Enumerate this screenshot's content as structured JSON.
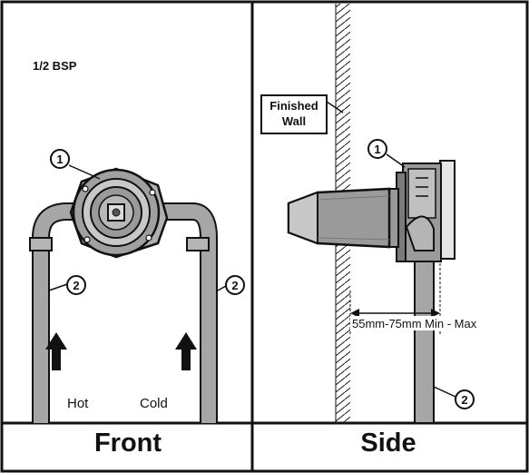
{
  "front_panel": {
    "spec_label": "1/2 BSP",
    "label_hot": "Hot",
    "label_cold": "Cold",
    "panel_title": "Front",
    "callouts": [
      "1",
      "2",
      "2"
    ]
  },
  "side_panel": {
    "wall_label_line1": "Finished",
    "wall_label_line2": "Wall",
    "dimension_label": "55mm-75mm Min -  Max",
    "panel_title": "Side",
    "callouts": [
      "1",
      "2"
    ]
  },
  "colors": {
    "line": "#111111",
    "pipe_fill": "#a6a6a6",
    "valve_body": "#a0a0a0",
    "valve_dark": "#6e6e6e",
    "background": "#ffffff"
  }
}
